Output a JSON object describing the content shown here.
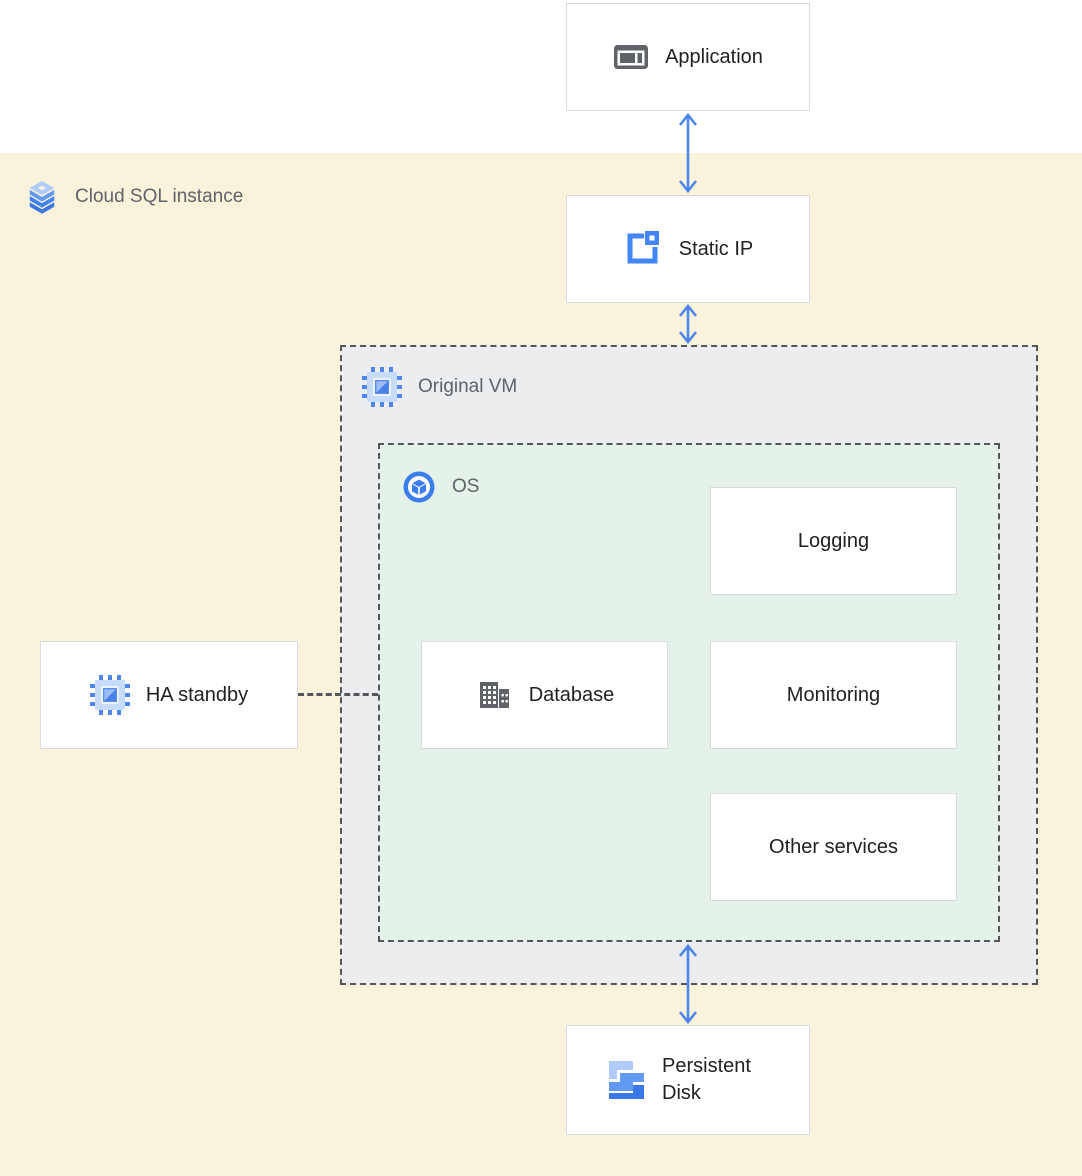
{
  "regions": {
    "cloud_sql": {
      "label": "Cloud SQL instance",
      "icon": "cloud-sql-icon",
      "bg": "#faf3dc"
    },
    "original_vm": {
      "label": "Original VM",
      "icon": "compute-engine-icon",
      "bg": "#ebedef"
    },
    "os": {
      "label": "OS",
      "icon": "os-icon",
      "bg": "#e4f2e9"
    }
  },
  "nodes": {
    "application": {
      "label": "Application",
      "icon": "application-window-icon"
    },
    "static_ip": {
      "label": "Static IP",
      "icon": "static-ip-icon"
    },
    "ha_standby": {
      "label": "HA standby",
      "icon": "compute-engine-icon"
    },
    "database": {
      "label": "Database",
      "icon": "database-building-icon"
    },
    "logging": {
      "label": "Logging"
    },
    "monitoring": {
      "label": "Monitoring"
    },
    "other_services": {
      "label": "Other services"
    },
    "persistent_disk": {
      "label": "Persistent Disk",
      "icon": "persistent-disk-icon"
    }
  },
  "edges": [
    {
      "from": "Application",
      "to": "Static IP",
      "type": "bidirectional-arrow"
    },
    {
      "from": "Static IP",
      "to": "Original VM",
      "type": "bidirectional-arrow"
    },
    {
      "from": "OS",
      "to": "Persistent Disk",
      "type": "bidirectional-arrow"
    },
    {
      "from": "HA standby",
      "to": "OS",
      "type": "dashed-line"
    }
  ],
  "colors": {
    "arrow_blue": "#4d86ec",
    "google_blue": "#4285f4",
    "region_yellow": "#faf3dc",
    "region_gray": "#ebedef",
    "region_green": "#e4f2e9",
    "dashed_border": "#54565a",
    "node_border": "#d8dade",
    "node_text": "#202124",
    "label_gray": "#5f6368"
  }
}
